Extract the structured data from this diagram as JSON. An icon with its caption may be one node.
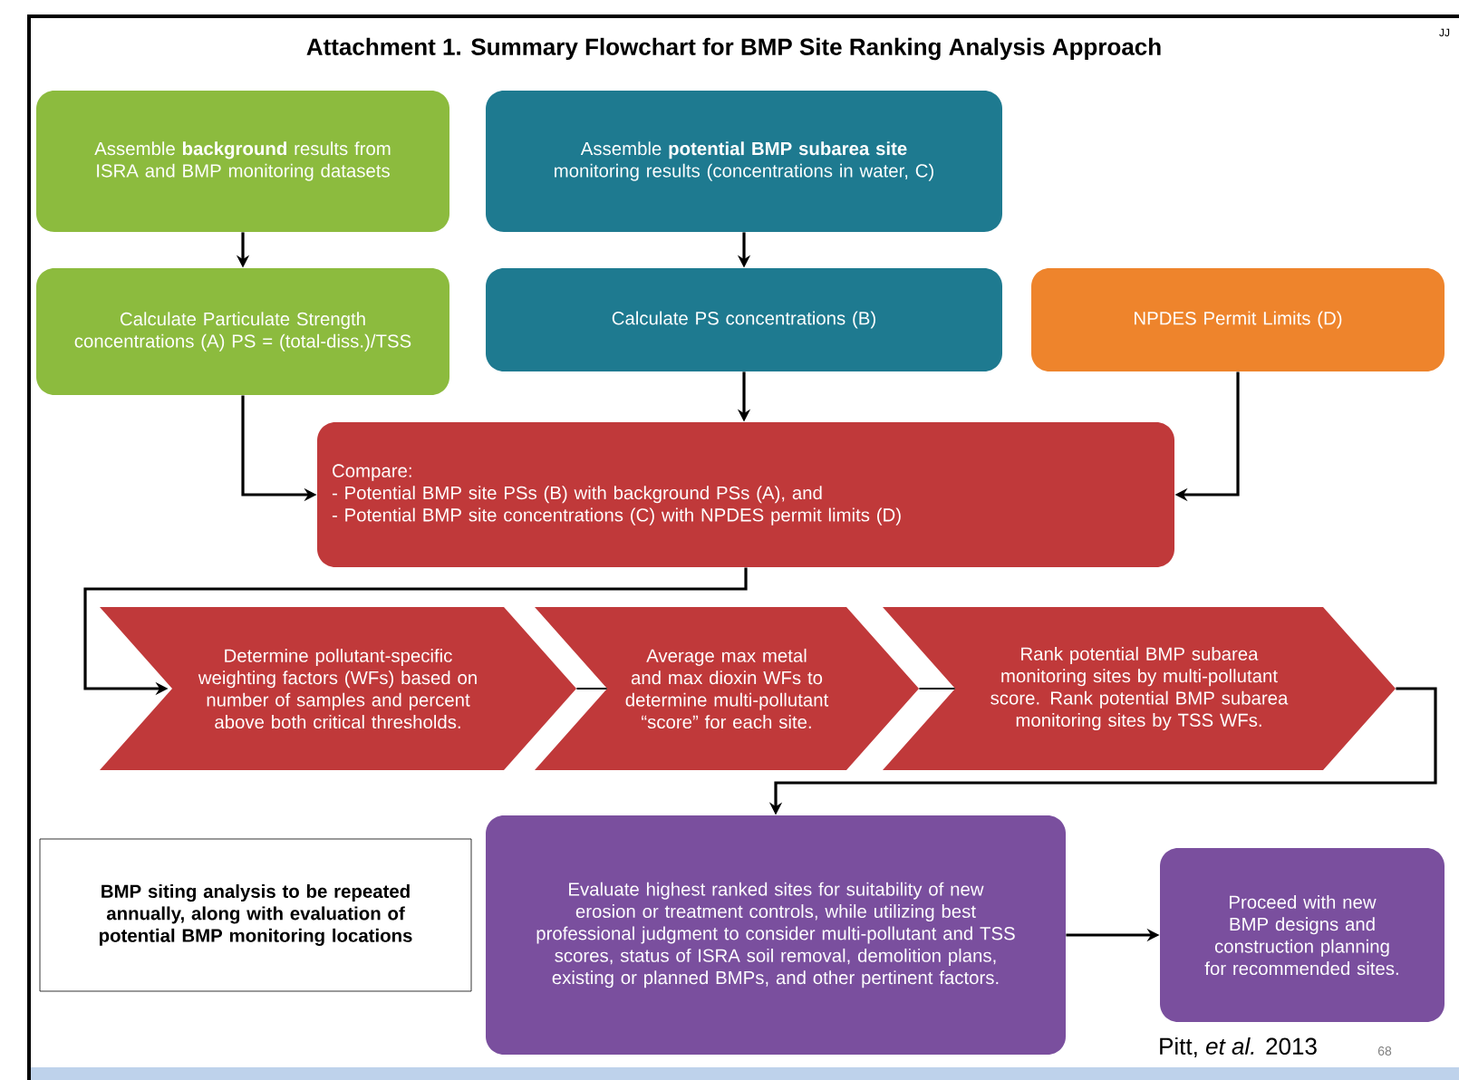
{
  "diagram": {
    "title": "Attachment 1. Summary Flowchart for BMP Site Ranking Analysis Approach",
    "nodes": [
      {
        "text": [
          "Assemble **background** results from ISRA and BMP monitoring datasets"
        ]
      },
      {
        "text": [
          "Assemble **potential BMP subarea site** monitoring results (concentrations in water, C)"
        ]
      },
      {
        "text": [
          "Calculate Particulate Strength concentrations (A) PS = (total-diss.)/TSS"
        ]
      },
      {
        "text": [
          "Calculate PS concentrations (B)"
        ]
      },
      {
        "text": [
          "NPDES Permit Limits (D)"
        ]
      },
      {
        "text": [
          "Compare:",
          "- Potential BMP site PSs (B) with background PSs (A), and",
          "- Potential BMP site concentrations (C) with NPDES permit limits (D)"
        ]
      },
      {
        "text": [
          "Determine pollutant-specific weighting factors (WFs) based on number of samples and percent above both critical thresholds."
        ]
      },
      {
        "text": [
          "Average max metal and max dioxin WFs to determine multi-pollutant “score” for each site."
        ]
      },
      {
        "text": [
          "Rank potential BMP subarea monitoring sites by multi-pollutant score.  Rank potential BMP subarea monitoring sites by TSS WFs."
        ]
      },
      {
        "text": [
          "BMP siting analysis to be repeated annually, along with evaluation of potential BMP monitoring locations"
        ]
      },
      {
        "text": [
          "Evaluate highest ranked sites for suitability of new erosion or treatment controls, while utilizing best professional judgment to consider multi-pollutant and TSS scores, status of ISRA soil removal, demolition plans, existing or planned BMPs, and other pertinent factors."
        ]
      },
      {
        "text": [
          "Proceed with new BMP designs and construction planning for recommended sites."
        ]
      }
    ],
    "edges": [
      {
        "from": 0,
        "to": 2,
        "arrow": "to"
      },
      {
        "from": 1,
        "to": 3,
        "arrow": "to"
      },
      {
        "from": 2,
        "to": 5,
        "arrow": "to"
      },
      {
        "from": 3,
        "to": 5,
        "arrow": "to"
      },
      {
        "from": 4,
        "to": 5,
        "arrow": "to"
      },
      {
        "from": 5,
        "to": 6,
        "arrow": "to"
      },
      {
        "from": 6,
        "to": 7,
        "arrow": "none"
      },
      {
        "from": 7,
        "to": 8,
        "arrow": "none"
      },
      {
        "from": 8,
        "to": 10,
        "arrow": "to"
      },
      {
        "from": 10,
        "to": 11,
        "arrow": "to"
      }
    ],
    "labels": [
      "JJ",
      "Pitt, *et al.* 2013",
      "68"
    ]
  }
}
